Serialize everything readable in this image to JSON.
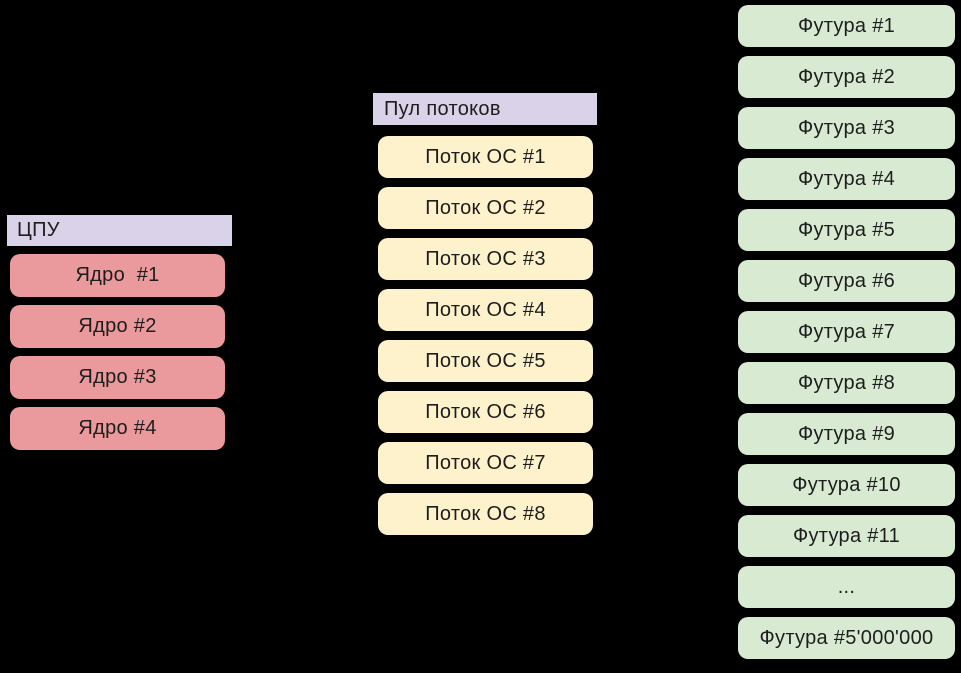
{
  "diagram": {
    "background_color": "#000000",
    "text_color": "#1d1d1d",
    "header_color": "#d9d2e9"
  },
  "cpu_column": {
    "header_label": "ЦПУ",
    "box_color": "#ea999c",
    "cores": [
      "Ядро  #1",
      "Ядро #2",
      "Ядро #3",
      "Ядро #4"
    ]
  },
  "thread_pool_column": {
    "header_label": "Пул потоков",
    "box_color": "#fdf2cc",
    "threads": [
      "Поток ОС #1",
      "Поток ОС #2",
      "Поток ОС #3",
      "Поток ОС #4",
      "Поток ОС #5",
      "Поток ОС #6",
      "Поток ОС #7",
      "Поток ОС #8"
    ]
  },
  "futures_column": {
    "box_color": "#d9ead3",
    "futures": [
      "Футура #1",
      "Футура #2",
      "Футура #3",
      "Футура #4",
      "Футура #5",
      "Футура #6",
      "Футура #7",
      "Футура #8",
      "Футура #9",
      "Футура #10",
      "Футура #11",
      "...",
      "Футура #5'000'000"
    ]
  }
}
